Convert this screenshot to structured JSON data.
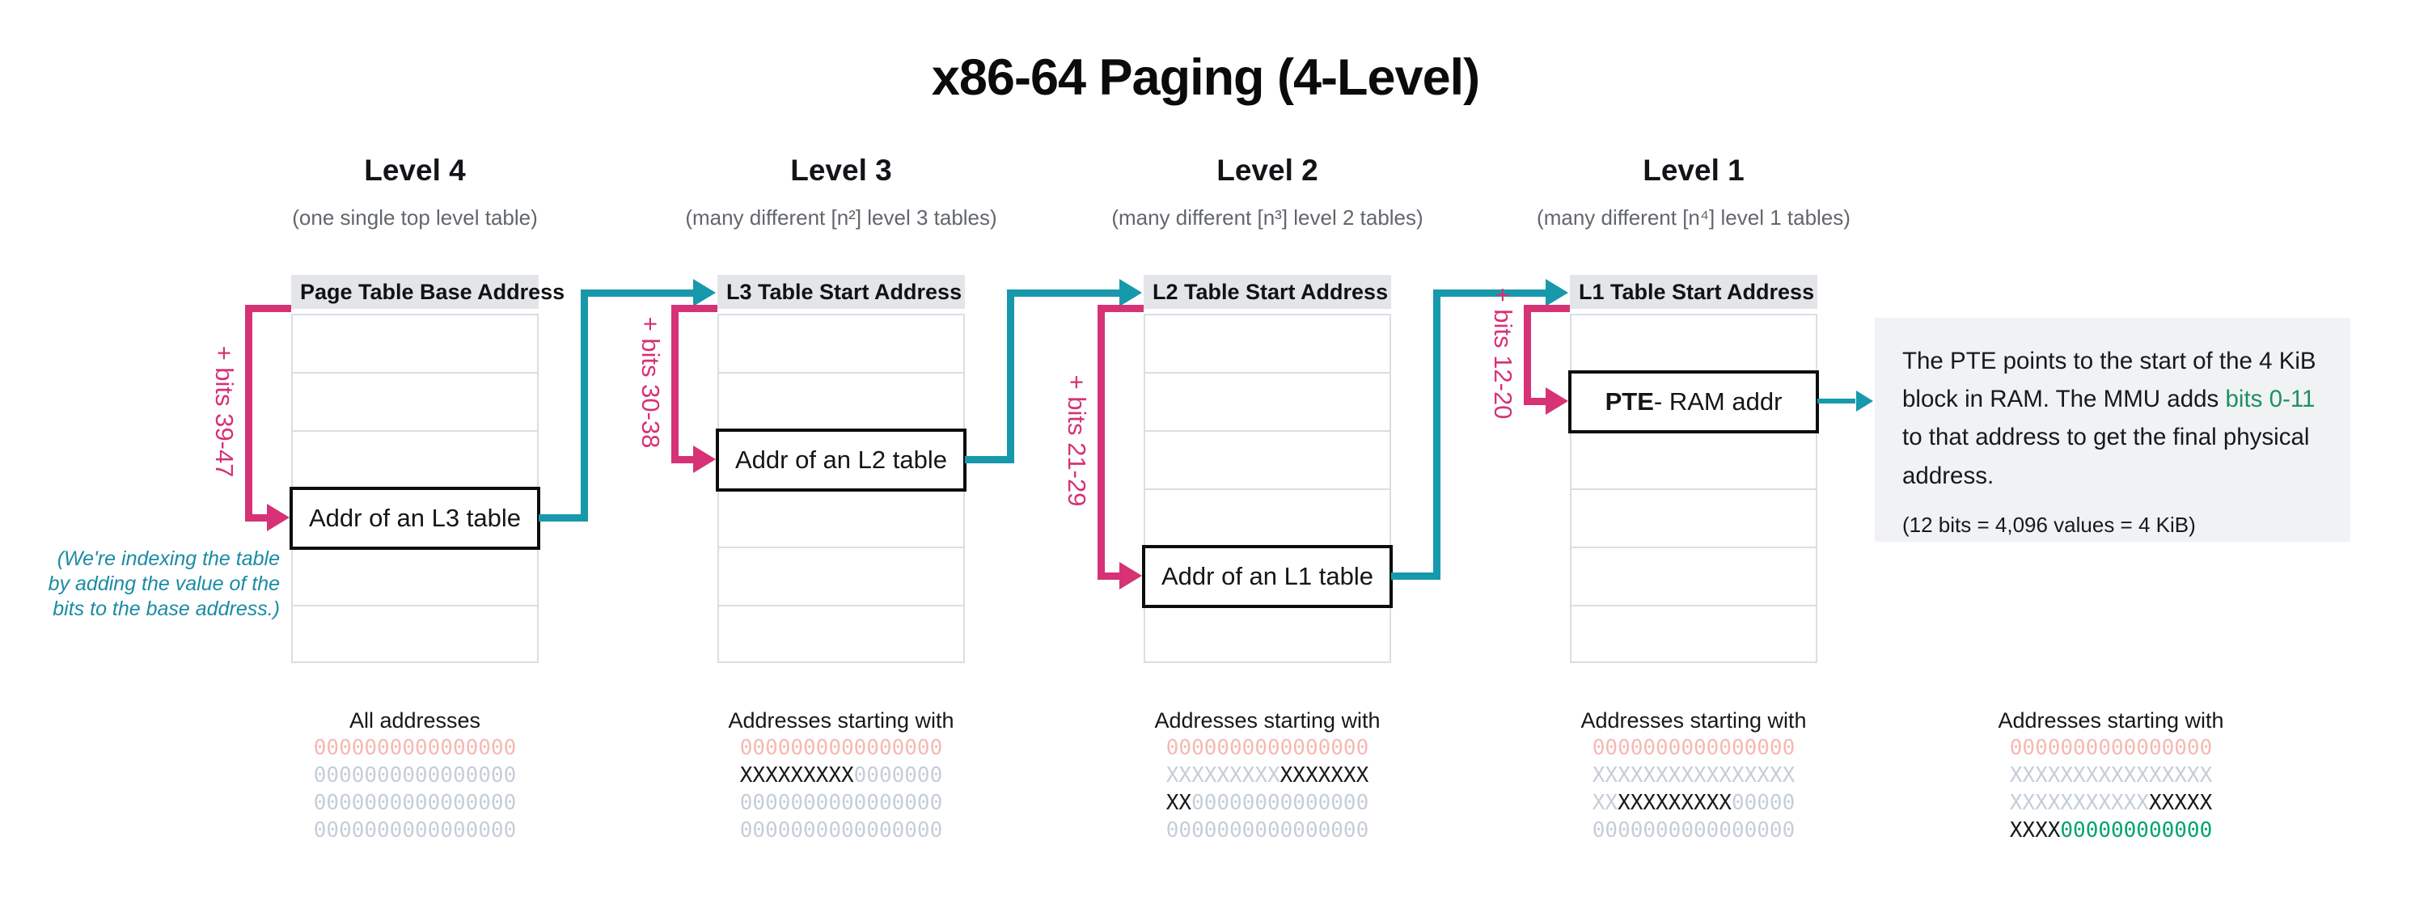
{
  "title": "x86-64 Paging (4-Level)",
  "columns": [
    {
      "heading": "Level 4",
      "subheading": "(one single top level table)",
      "table_header": "Page Table Base Address",
      "rows": 6,
      "highlight_row_index": 3,
      "highlight_label": "Addr of an L3 table",
      "highlight_label_bold": "",
      "bits_label": "+ bits 39-47"
    },
    {
      "heading": "Level 3",
      "subheading": "(many different [n²] level 3 tables)",
      "table_header": "L3 Table Start Address",
      "rows": 6,
      "highlight_row_index": 2,
      "highlight_label": "Addr of an L2 table",
      "highlight_label_bold": "",
      "bits_label": "+ bits 30-38"
    },
    {
      "heading": "Level 2",
      "subheading": "(many different [n³] level 2 tables)",
      "table_header": "L2 Table Start Address",
      "rows": 6,
      "highlight_row_index": 4,
      "highlight_label": "Addr of an L1 table",
      "highlight_label_bold": "",
      "bits_label": "+ bits 21-29"
    },
    {
      "heading": "Level 1",
      "subheading": "(many different [n⁴] level 1 tables)",
      "table_header": "L1 Table Start Address",
      "rows": 6,
      "highlight_row_index": 1,
      "highlight_label": " - RAM addr",
      "highlight_label_bold": "PTE",
      "bits_label": "+ bits 12-20"
    }
  ],
  "indexing_note": {
    "lines": [
      "(We're indexing the table",
      "by adding the value of the",
      "bits to the base address.)"
    ]
  },
  "pte_note": {
    "text_before": "The PTE points to the start of the 4 KiB block in RAM. The MMU adds ",
    "highlight": "bits 0-11",
    "text_after": " to that address to get the final physical address.",
    "sub": "(12 bits = 4,096 values = 4 KiB)"
  },
  "address_columns": [
    {
      "caption": "All addresses",
      "rows": [
        [
          [
            "0000000000000000",
            "pink"
          ]
        ],
        [
          [
            "0000000000000000",
            "gray"
          ]
        ],
        [
          [
            "0000000000000000",
            "gray"
          ]
        ],
        [
          [
            "0000000000000000",
            "gray"
          ]
        ]
      ]
    },
    {
      "caption": "Addresses starting with",
      "rows": [
        [
          [
            "0000000000000000",
            "pink"
          ]
        ],
        [
          [
            "XXXXXXXXX",
            "black"
          ],
          [
            "0000000",
            "gray"
          ]
        ],
        [
          [
            "0000000000000000",
            "gray"
          ]
        ],
        [
          [
            "0000000000000000",
            "gray"
          ]
        ]
      ]
    },
    {
      "caption": "Addresses starting with",
      "rows": [
        [
          [
            "0000000000000000",
            "pink"
          ]
        ],
        [
          [
            "XXXXXXXXX",
            "gray"
          ],
          [
            "XXXXXXX",
            "black"
          ]
        ],
        [
          [
            "XX",
            "black"
          ],
          [
            "00000000000000",
            "gray"
          ]
        ],
        [
          [
            "0000000000000000",
            "gray"
          ]
        ]
      ]
    },
    {
      "caption": "Addresses starting with",
      "rows": [
        [
          [
            "0000000000000000",
            "pink"
          ]
        ],
        [
          [
            "XXXXXXXXXXXXXXXX",
            "gray"
          ]
        ],
        [
          [
            "XX",
            "gray"
          ],
          [
            "XXXXXXXXX",
            "black"
          ],
          [
            "00000",
            "gray"
          ]
        ],
        [
          [
            "0000000000000000",
            "gray"
          ]
        ]
      ]
    },
    {
      "caption": "Addresses starting with",
      "rows": [
        [
          [
            "0000000000000000",
            "pink"
          ]
        ],
        [
          [
            "XXXXXXXXXXXXXXXX",
            "gray"
          ]
        ],
        [
          [
            "XXXXXXXXXXX",
            "gray"
          ],
          [
            "XXXXX",
            "black"
          ]
        ],
        [
          [
            "XXXX",
            "black"
          ],
          [
            "000000000000",
            "green"
          ]
        ]
      ]
    }
  ],
  "colors": {
    "accent_pink": "#d63275",
    "accent_teal": "#1799ab",
    "note_teal": "#1b8ba3",
    "note_green": "#1d8f63",
    "bit_pink": "#f6b8b2",
    "bit_gray": "#c5ced8",
    "bit_black": "#17191c",
    "bit_green": "#00a46c"
  }
}
